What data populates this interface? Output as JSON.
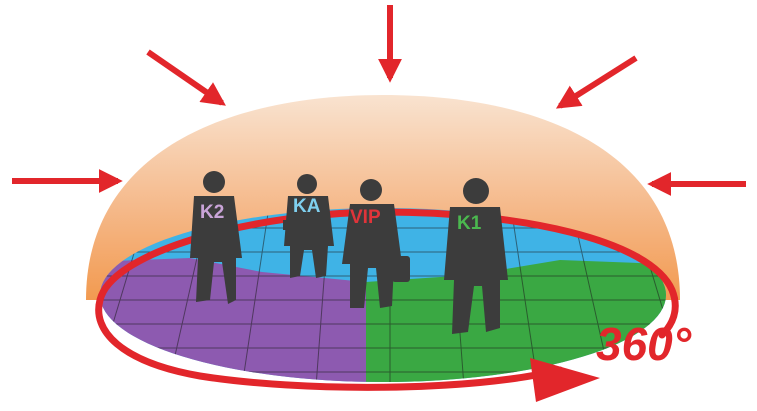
{
  "labels": {
    "k2": "K2",
    "ka": "KA",
    "vip": "VIP",
    "k1": "K1",
    "degrees": "360°"
  },
  "colors": {
    "dome_top": "#f7dcc6",
    "dome_bottom": "#f2a15b",
    "ring": "#e2262b",
    "arrow": "#e2262b",
    "segment_blue": "#3fb3e6",
    "segment_purple": "#8d5ab0",
    "segment_green": "#3aa843",
    "silhouette": "#3c3c3c",
    "label_k2": "#c9a4d8",
    "label_ka": "#7fd0ef",
    "label_vip": "#e0343a",
    "label_k1": "#4bb84f",
    "label_degrees": "#e2262b"
  },
  "icons": [
    "arrow-icon",
    "person-icon",
    "briefcase-icon"
  ]
}
